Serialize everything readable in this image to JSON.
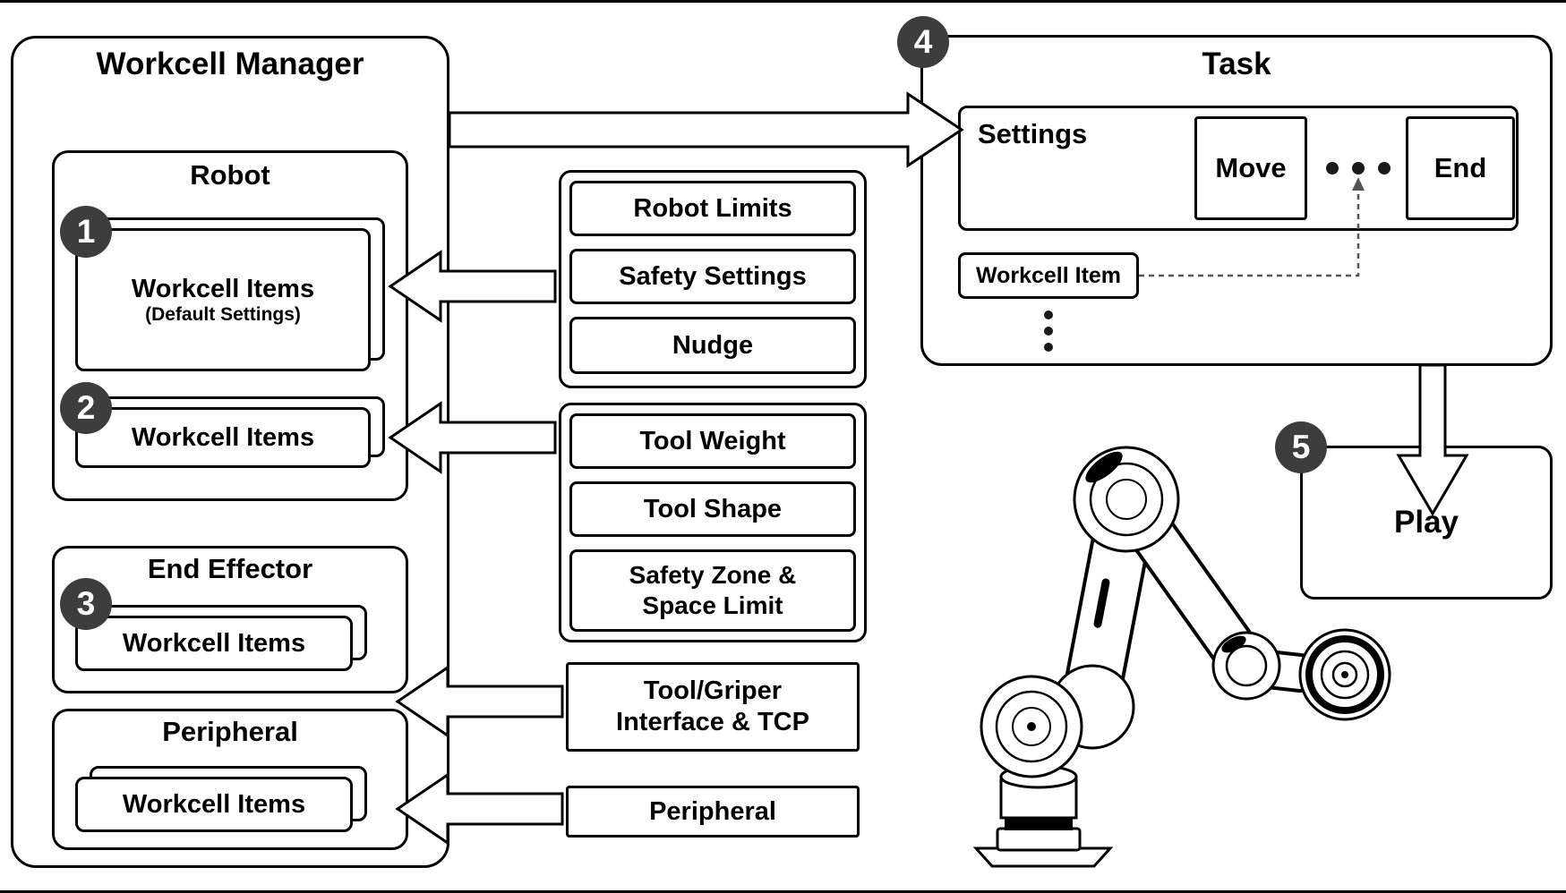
{
  "colors": {
    "badge_bg": "#3d3d3d",
    "line": "#000000",
    "dashed_connector": "#555555",
    "background": "#ffffff"
  },
  "badges": {
    "1": "1",
    "2": "2",
    "3": "3",
    "4": "4",
    "5": "5"
  },
  "workcell_manager": {
    "title": "Workcell Manager",
    "robot": {
      "title": "Robot",
      "default_items_line1": "Workcell Items",
      "default_items_line2": "(Default Settings)",
      "items": "Workcell Items"
    },
    "end_effector": {
      "title": "End Effector",
      "items": "Workcell Items"
    },
    "peripheral": {
      "title": "Peripheral",
      "items": "Workcell Items"
    }
  },
  "robot_settings": {
    "items": [
      "Robot Limits",
      "Safety Settings",
      "Nudge"
    ]
  },
  "tool_settings": {
    "items": [
      "Tool Weight",
      "Tool Shape"
    ],
    "safety_zone_line1": "Safety Zone &",
    "safety_zone_line2": "Space Limit"
  },
  "tool_gripper": {
    "line1": "Tool/Griper",
    "line2": "Interface & TCP"
  },
  "peripheral_settings": {
    "label": "Peripheral"
  },
  "task": {
    "title": "Task",
    "settings_label": "Settings",
    "move_label": "Move",
    "end_label": "End",
    "workcell_item_label": "Workcell Item"
  },
  "play": {
    "label": "Play"
  }
}
